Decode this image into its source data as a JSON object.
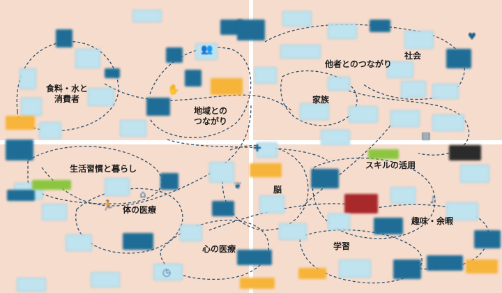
{
  "topics": {
    "food": [
      "食料・水と",
      "消費者"
    ],
    "regional": [
      "地域との",
      "つながり"
    ],
    "others": "他者とのつながり",
    "society": "社会",
    "family": "家族",
    "habits": "生活習慣と暮らし",
    "skills": "スキルの活用",
    "brain": "脳",
    "body_care": "体の医療",
    "hobby": "趣味・余暇",
    "learning": "学習",
    "mind_care": "心の医療"
  },
  "colors": {
    "background": "#f6dccd",
    "card_light": "#bfe3ef",
    "card_dark": "#1f6d96",
    "accent_orange": "#f6b43a",
    "accent_green": "#8cc540",
    "accent_red": "#a9282a",
    "connector": "#2d4f6b"
  },
  "icons": [
    "heart-icon",
    "people-icon",
    "home-icon",
    "running-person-icon",
    "hospital-icon",
    "brain-icon",
    "music-icon",
    "book-icon",
    "hands-icon"
  ]
}
